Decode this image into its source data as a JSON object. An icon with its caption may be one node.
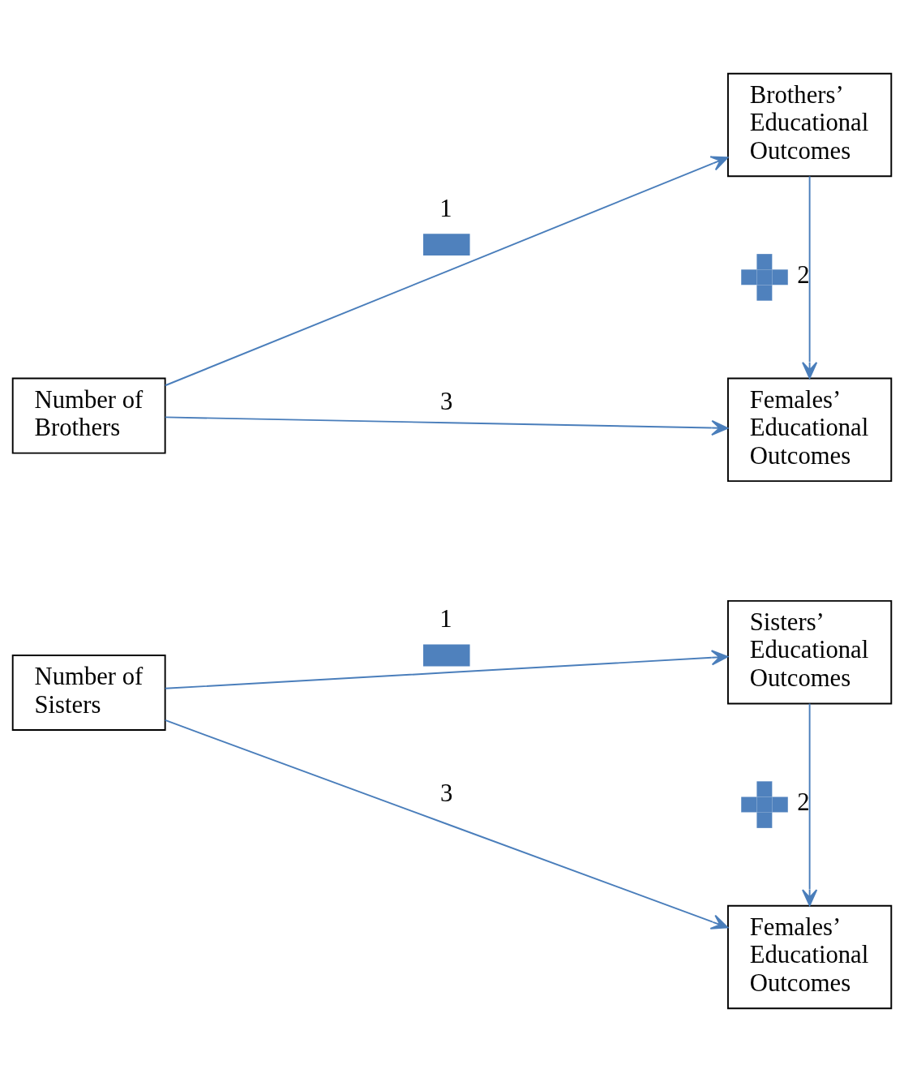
{
  "diagram": {
    "nodes": [
      {
        "text": [
          "Number of Brothers"
        ]
      },
      {
        "text": [
          "Brothers’ Educational Outcomes"
        ]
      },
      {
        "text": [
          "Females’ Educational Outcomes"
        ]
      },
      {
        "text": [
          "Number of Sisters"
        ]
      },
      {
        "text": [
          "Sisters’ Educational Outcomes"
        ]
      },
      {
        "text": [
          "Females’ Educational Outcomes"
        ]
      }
    ],
    "edges": [
      {
        "from": 0,
        "to": 1,
        "arrow": "to",
        "label": "1"
      },
      {
        "from": 1,
        "to": 2,
        "arrow": "to",
        "label": "2"
      },
      {
        "from": 0,
        "to": 2,
        "arrow": "to",
        "label": "3"
      },
      {
        "from": 3,
        "to": 4,
        "arrow": "to",
        "label": "1"
      },
      {
        "from": 4,
        "to": 5,
        "arrow": "to",
        "label": "2"
      },
      {
        "from": 3,
        "to": 5,
        "arrow": "to",
        "label": "3"
      }
    ]
  }
}
